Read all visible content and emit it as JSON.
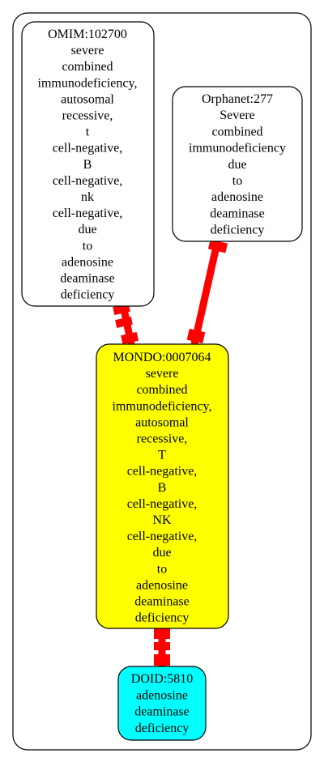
{
  "colors": {
    "edge": "#ff0000",
    "frame_stroke": "#000000",
    "node_stroke": "#000000",
    "default_fill": "#ffffff",
    "mondo_fill": "#ffff00",
    "doid_fill": "#00ffff"
  },
  "nodes": {
    "omim": {
      "lines": [
        "OMIM:102700",
        "severe",
        "combined",
        "immunodeficiency,",
        "autosomal",
        "recessive,",
        "t",
        "cell-negative,",
        "B",
        "cell-negative,",
        "nk",
        "cell-negative,",
        "due",
        "to",
        "adenosine",
        "deaminase",
        "deficiency"
      ]
    },
    "orphanet": {
      "lines": [
        "Orphanet:277",
        "Severe",
        "combined",
        "immunodeficiency",
        "due",
        "to",
        "adenosine",
        "deaminase",
        "deficiency"
      ]
    },
    "mondo": {
      "lines": [
        "MONDO:0007064",
        "severe",
        "combined",
        "immunodeficiency,",
        "autosomal",
        "recessive,",
        "T",
        "cell-negative,",
        "B",
        "cell-negative,",
        "NK",
        "cell-negative,",
        "due",
        "to",
        "adenosine",
        "deaminase",
        "deficiency"
      ]
    },
    "doid": {
      "lines": [
        "DOID:5810",
        "adenosine",
        "deaminase",
        "deficiency"
      ]
    }
  }
}
